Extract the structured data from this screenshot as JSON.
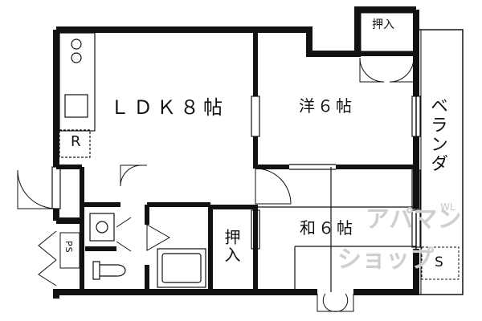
{
  "rooms": {
    "ldk": "ＬＤＫ８帖",
    "western": "洋６帖",
    "japanese": "和６帖",
    "balcony": "ベランダ",
    "closet_top": "押入",
    "closet_mid": "押入",
    "refrigerator": "R",
    "pipe_space": "PS",
    "storage": "S"
  },
  "watermark": {
    "line1": "アパマン",
    "line2": "ショップ",
    "tag": "WL"
  }
}
